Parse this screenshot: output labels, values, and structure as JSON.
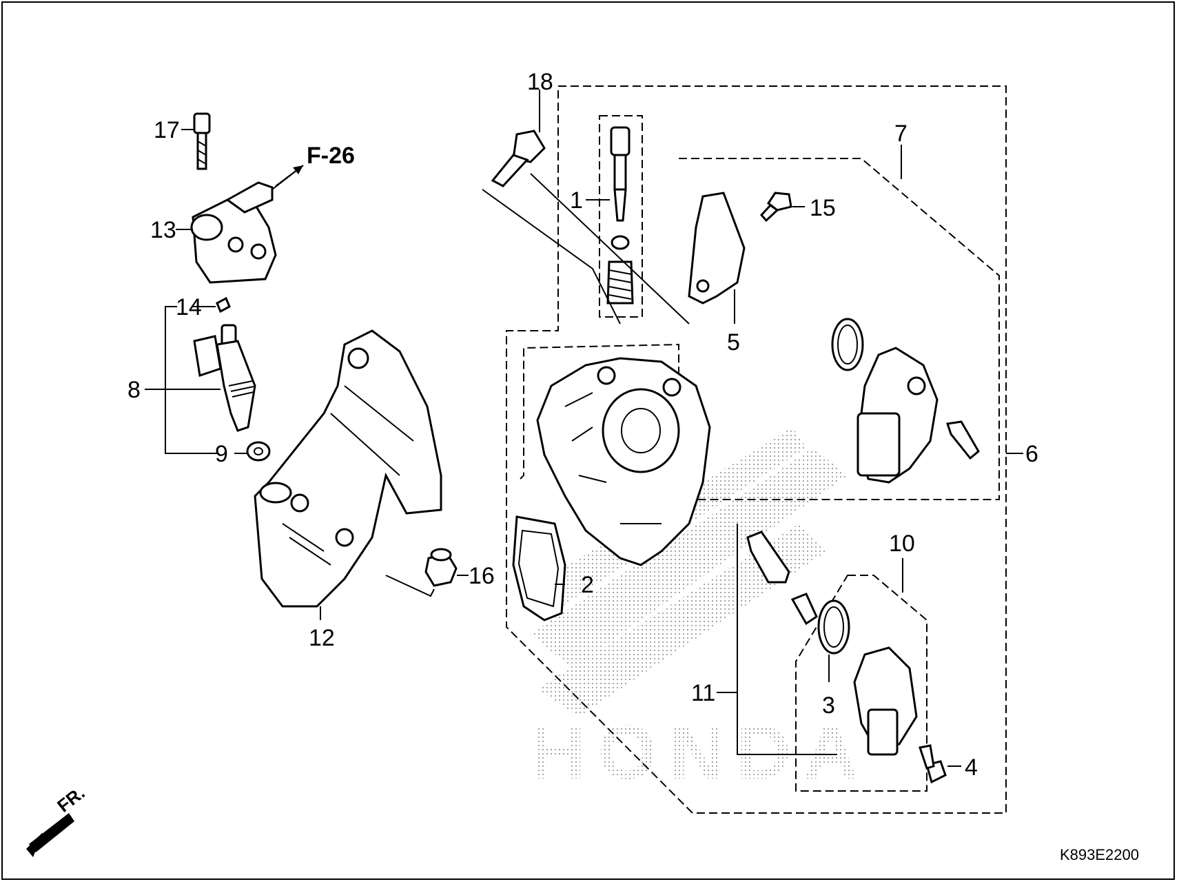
{
  "diagram": {
    "reference_label": "F-26",
    "drawing_code": "K893E2200",
    "front_label": "FR.",
    "watermark_text": "HONDA",
    "callouts": {
      "c1": "1",
      "c2": "2",
      "c3": "3",
      "c4": "4",
      "c5": "5",
      "c6": "6",
      "c7": "7",
      "c8": "8",
      "c9": "9",
      "c10": "10",
      "c11": "11",
      "c12": "12",
      "c13": "13",
      "c14": "14",
      "c15": "15",
      "c16": "16",
      "c17": "17",
      "c18": "18"
    }
  }
}
